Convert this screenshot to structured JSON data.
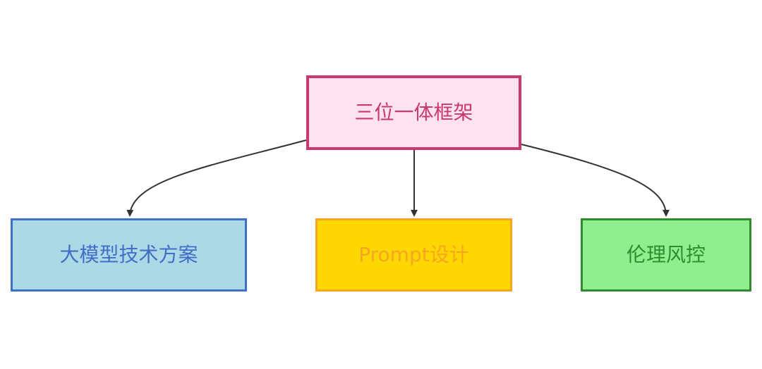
{
  "diagram": {
    "root": {
      "label": "三位一体框架",
      "fill": "#fde3ee",
      "stroke": "#c9386f",
      "text_color": "#c9386f"
    },
    "children": [
      {
        "label": "大模型技术方案",
        "fill": "#add8e6",
        "stroke": "#3f6fc6",
        "text_color": "#3f6fc6"
      },
      {
        "label": "Prompt设计",
        "fill": "#ffd700",
        "stroke": "#f5a623",
        "text_color": "#f5a623"
      },
      {
        "label": "伦理风控",
        "fill": "#90ee90",
        "stroke": "#2e8b2e",
        "text_color": "#2e8b2e"
      }
    ],
    "edge_color": "#333333"
  }
}
